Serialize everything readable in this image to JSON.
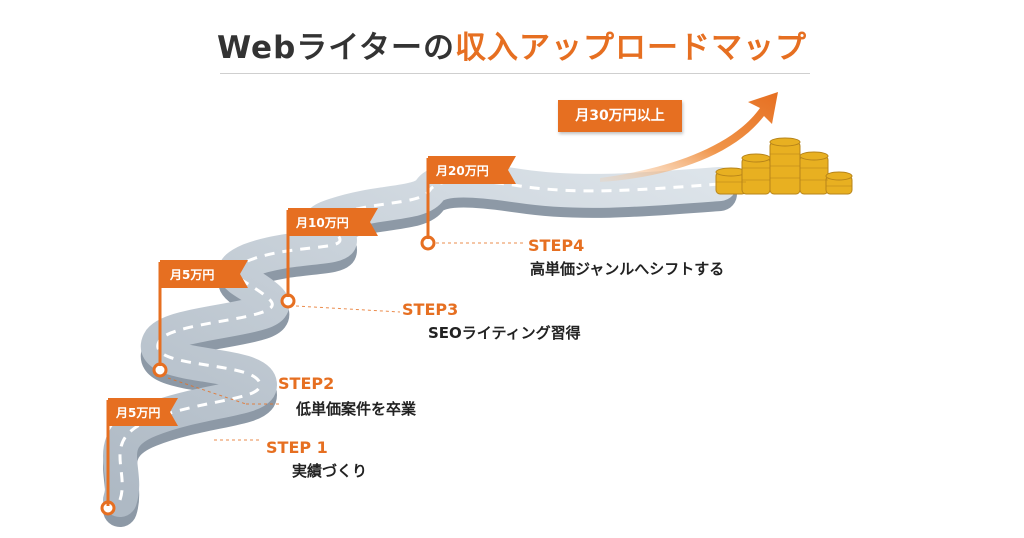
{
  "title": {
    "prefix": "Webライターの",
    "highlight": "収入アップロードマップ"
  },
  "colors": {
    "accent": "#e66f21",
    "road": "#c5cfd8",
    "road_edge": "#8d99a6",
    "text": "#333333",
    "coin": "#e8b021"
  },
  "goal_label": "月30万円以上",
  "flags": [
    {
      "label": "月5万円"
    },
    {
      "label": "月5万円"
    },
    {
      "label": "月10万円"
    },
    {
      "label": "月20万円"
    }
  ],
  "steps": [
    {
      "step": "STEP 1",
      "desc": "実績づくり"
    },
    {
      "step": "STEP2",
      "desc": "低単価案件を卒業"
    },
    {
      "step": "STEP3",
      "desc": "SEOライティング習得"
    },
    {
      "step": "STEP4",
      "desc": "高単価ジャンルへシフトする"
    }
  ],
  "icons": {
    "goal_arrow": "up-right-arrow-icon",
    "coins": "coin-stack-icon",
    "milestone": "pin-marker-icon",
    "flag": "flag-icon"
  }
}
